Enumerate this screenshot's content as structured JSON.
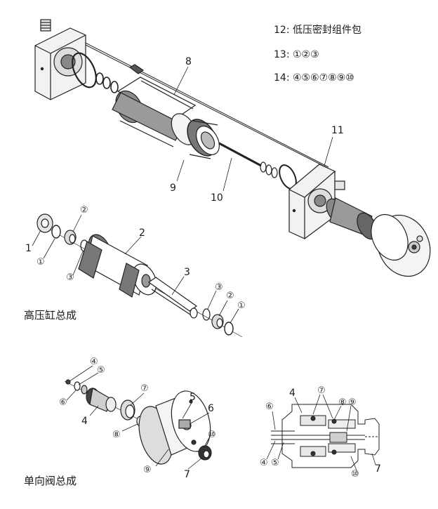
{
  "legend": {
    "row12": "12: 低压密封组件包",
    "row13": "13: ①②③",
    "row14": "14: ④⑤⑥⑦⑧⑨⑩"
  },
  "titles": {
    "cylinder": "高压缸总成",
    "valve": "单向阀总成"
  },
  "labels": {
    "top": {
      "n8": "8",
      "n9": "9",
      "n10": "10",
      "n11": "11"
    },
    "cyl": {
      "n1": "1",
      "c1": "①",
      "c2": "②",
      "n2": "2",
      "c3": "③",
      "n3": "3",
      "c3b": "③",
      "c2b": "②",
      "c1b": "①"
    },
    "valve": {
      "c4": "④",
      "c5": "⑤",
      "c6": "⑥",
      "n4": "4",
      "c7": "⑦",
      "c8": "⑧",
      "n5": "5",
      "n6": "6",
      "c10": "⑩",
      "c9": "⑨",
      "n7": "7"
    },
    "section": {
      "c6": "⑥",
      "n4": "4",
      "c7": "⑦",
      "c8": "⑧",
      "c9": "⑨",
      "c4": "④",
      "c5": "⑤",
      "c10": "⑩",
      "n7": "7"
    }
  }
}
